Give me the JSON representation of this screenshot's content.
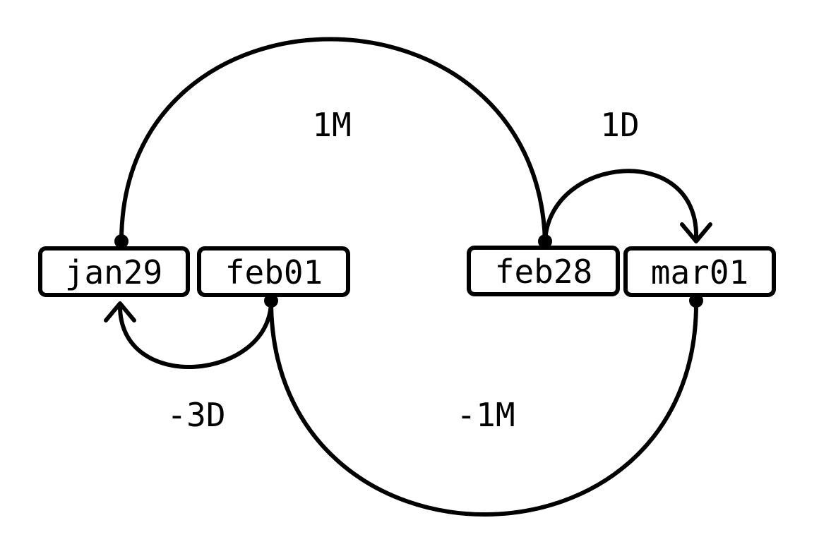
{
  "colors": {
    "stroke": "#000000",
    "background": "#ffffff"
  },
  "nodes": [
    {
      "id": "jan29",
      "label": "jan29"
    },
    {
      "id": "feb01",
      "label": "feb01"
    },
    {
      "id": "feb28",
      "label": "feb28"
    },
    {
      "id": "mar01",
      "label": "mar01"
    }
  ],
  "edges": [
    {
      "id": "jan29-to-feb28",
      "from": "jan29",
      "to": "feb28",
      "label": "1M"
    },
    {
      "id": "feb28-to-mar01",
      "from": "feb28",
      "to": "mar01",
      "label": "1D"
    },
    {
      "id": "feb01-to-jan29",
      "from": "feb01",
      "to": "jan29",
      "label": "-3D"
    },
    {
      "id": "mar01-to-feb01",
      "from": "mar01",
      "to": "feb01",
      "label": "-1M"
    }
  ]
}
